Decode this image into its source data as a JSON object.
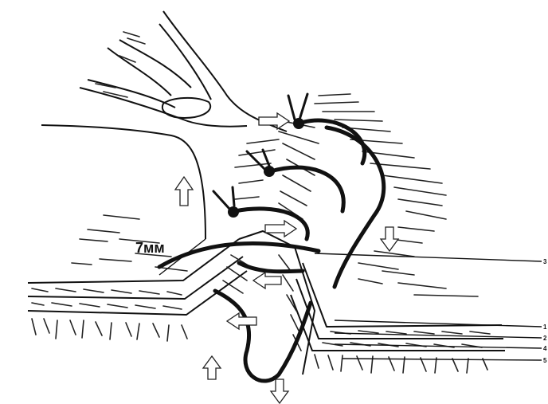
{
  "figure": {
    "dimension_label": "7мм",
    "leader_labels": [
      "3",
      "1",
      "2",
      "4",
      "5"
    ]
  }
}
